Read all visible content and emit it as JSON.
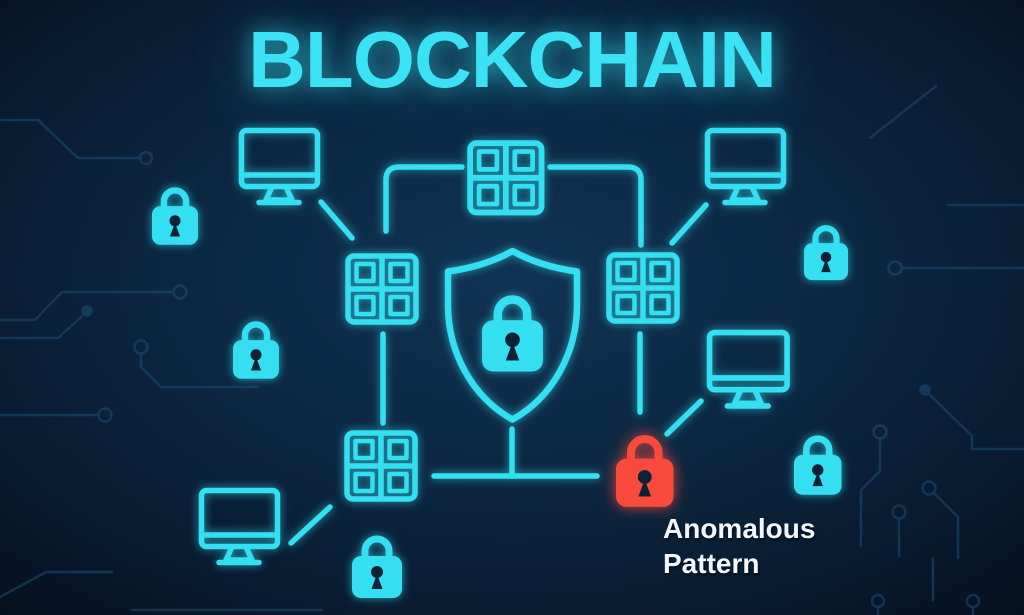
{
  "title": "BLOCKCHAIN",
  "annotation": {
    "line1": "Anomalous",
    "line2": "Pattern"
  },
  "colors": {
    "accent_cyan": "#35dff2",
    "alert_red": "#f84c3d",
    "keyhole_dark": "#0b2134",
    "annotation_text": "#f3f6fa",
    "circuit_trace": "#1b4e72",
    "background_center": "#103251",
    "background_edge": "#050f1e"
  },
  "scene": {
    "center_icon": "shield-lock",
    "block_grid_count": 4,
    "monitor_count": 4,
    "secure_lock_count": 5,
    "anomalous_lock_count": 1
  }
}
